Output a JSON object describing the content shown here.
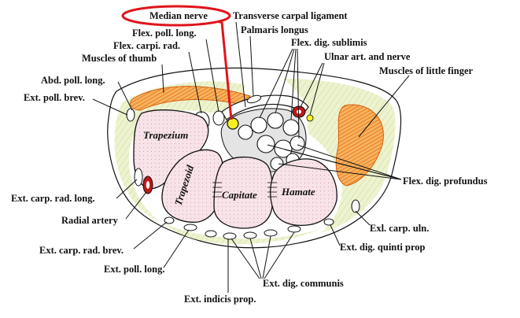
{
  "labels": {
    "median_nerve": "Median nerve",
    "transverse_carpal_ligament": "Transverse carpal ligament",
    "palmaris_longus": "Palmaris longus",
    "flex_poll_long": "Flex. poll. long.",
    "flex_carpi_rad": "Flex. carpi. rad.",
    "muscles_of_thumb": "Muscles of thumb",
    "flex_dig_sublimis": "Flex. dig. sublimis",
    "ulnar_art_and_nerve": "Ulnar art. and nerve",
    "muscles_of_little_finger": "Muscles of little finger",
    "abd_poll_long": "Abd. poll. long.",
    "ext_poll_brev": "Ext. poll. brev.",
    "flex_dig_profundus": "Flex. dig. profundus",
    "ext_carp_rad_long": "Ext. carp. rad. long.",
    "radial_artery": "Radial artery",
    "exl_carp_uln": "Exl. carp. uln.",
    "ext_carp_rad_brev": "Ext. carp. rad. brev.",
    "ext_dig_quinti_prop": "Ext. dig. quinti prop",
    "ext_poll_long": "Ext. poll. long.",
    "ext_dig_communis": "Ext. dig. communis",
    "ext_indicis_prop": "Ext. indicis prop."
  },
  "bones": {
    "trapezium": "Trapezium",
    "trapezoid": "Trapezoid",
    "capitate": "Capitate",
    "hamate": "Hamate"
  },
  "colors": {
    "highlight": "#e0141c",
    "muscle": "#f08c1c",
    "fill_green": "#e8f0c8",
    "bone_pink": "#f6dde4",
    "nerve_yellow": "#f7f020",
    "artery_red": "#c01818"
  }
}
